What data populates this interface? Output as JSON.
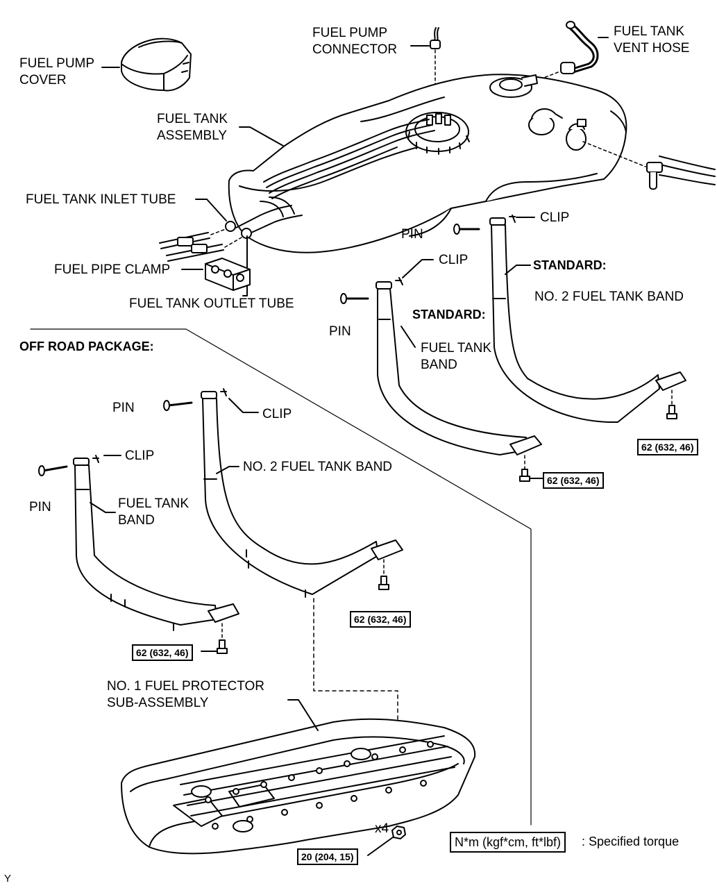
{
  "labels": {
    "fuel_pump_cover_1": "FUEL PUMP",
    "fuel_pump_cover_2": "COVER",
    "fuel_pump_connector_1": "FUEL PUMP",
    "fuel_pump_connector_2": "CONNECTOR",
    "fuel_tank_vent_hose_1": "FUEL TANK",
    "fuel_tank_vent_hose_2": "VENT HOSE",
    "fuel_tank_assembly_1": "FUEL TANK",
    "fuel_tank_assembly_2": "ASSEMBLY",
    "fuel_tank_inlet_tube": "FUEL TANK INLET TUBE",
    "fuel_pipe_clamp": "FUEL PIPE CLAMP",
    "fuel_tank_outlet_tube": "FUEL TANK OUTLET TUBE",
    "clip": "CLIP",
    "pin": "PIN",
    "standard": "STANDARD:",
    "no2_fuel_tank_band": "NO. 2 FUEL TANK BAND",
    "fuel_tank_band_1": "FUEL TANK",
    "fuel_tank_band_2": "BAND",
    "off_road_package": "OFF ROAD PACKAGE:",
    "protector_1": "NO. 1 FUEL PROTECTOR",
    "protector_2": "SUB-ASSEMBLY",
    "x4": "x4",
    "corner": "Y"
  },
  "torque": {
    "band_bolt": "62 (632, 46)",
    "protector_nut": "20 (204, 15)"
  },
  "legend": {
    "unit": "N*m (kgf*cm, ft*lbf)",
    "text": ": Specified torque"
  }
}
